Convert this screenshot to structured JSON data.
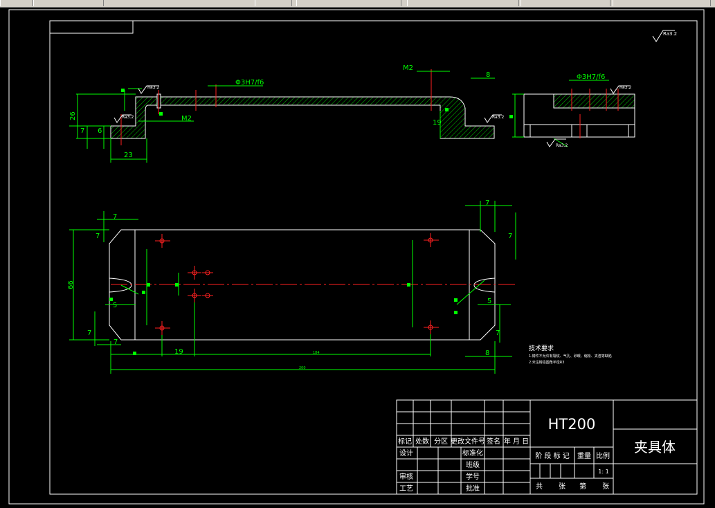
{
  "toolbar": {
    "aria": "CAD toolbar strip"
  },
  "drawing": {
    "roughness_label": "Ra3.2",
    "dims_top": {
      "d26": "26",
      "d7": "7",
      "d6": "6",
      "d23": "23",
      "fit_left": "Φ3H7/f6",
      "m2_left": "M2",
      "m2_right": "M2",
      "d8": "8",
      "d19": "19",
      "fit_side": "Φ3H7/f6"
    },
    "dims_plan": {
      "d7_a": "7",
      "d7_b": "7",
      "d66": "66",
      "d5_a": "5",
      "d7_c": "7",
      "d7_d": "7",
      "d19": "19",
      "d7_e": "7",
      "d7_f": "7",
      "d5_b": "5",
      "d8": "8",
      "d_small_mid": "184",
      "d_total": "200"
    }
  },
  "notes": {
    "title": "技术要求",
    "line1": "1.铸件不允许有裂纹、气孔、砂眼、缩松、夹渣等缺陷",
    "line2": "2.未注铸造圆角半径R3"
  },
  "title_block": {
    "material": "HT200",
    "part_name": "夹具体",
    "headers": [
      "标记",
      "处数",
      "分区",
      "更改文件号",
      "签名",
      "年 月 日"
    ],
    "rows_left": [
      "设计",
      "",
      "审核",
      "工艺"
    ],
    "rows_mid": [
      "标准化",
      "班级",
      "学号",
      "批准"
    ],
    "stage": "阶 段 标 记",
    "weight": "重量",
    "ratio_label": "比例",
    "ratio": "1: 1",
    "sheets": [
      "共",
      "张",
      "第",
      "张"
    ]
  },
  "colors": {
    "frame": "#ffffff",
    "dim": "#00ff00",
    "center": "#ff0000",
    "hatch": "#00ff00"
  }
}
